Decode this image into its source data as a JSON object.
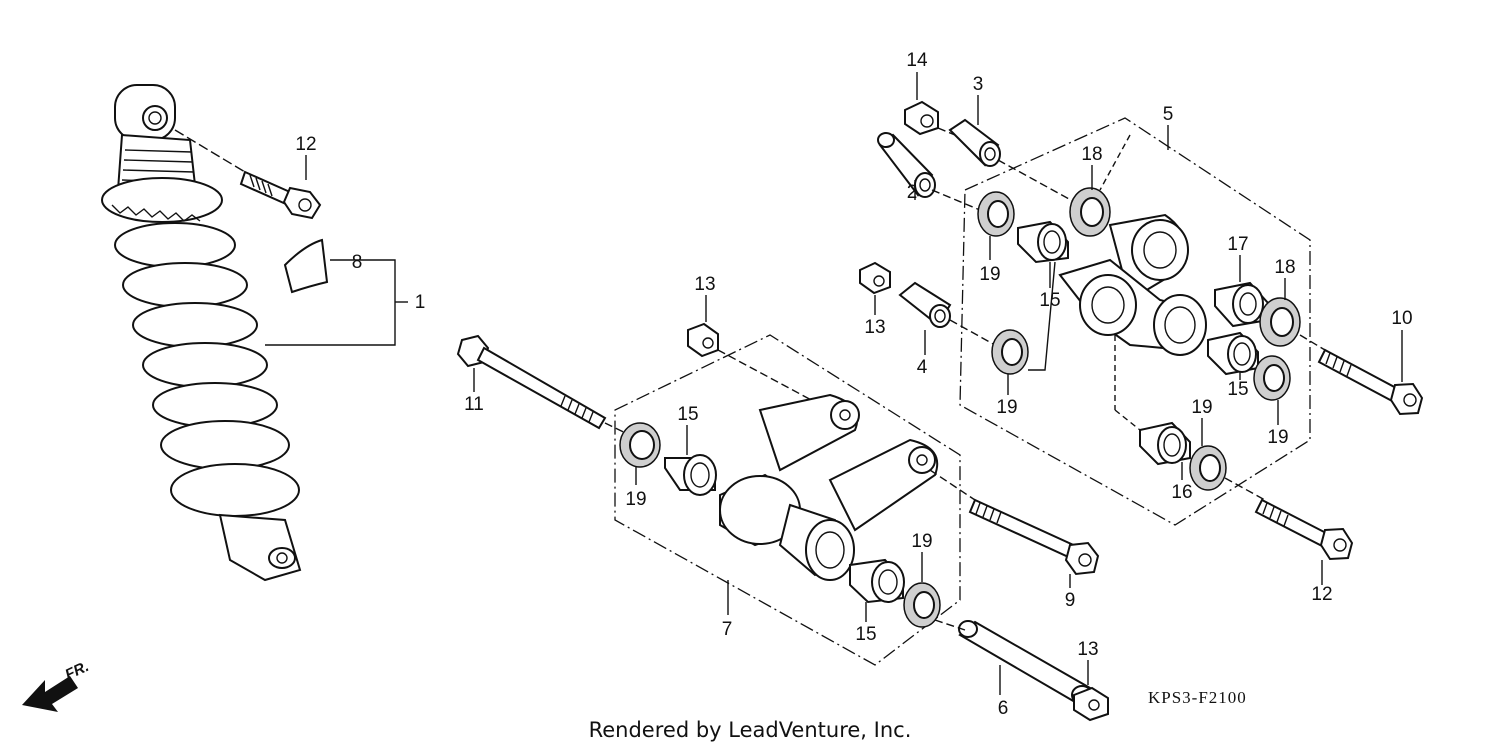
{
  "diagram": {
    "drawing_code": "KPS3-F2100",
    "credit": "Rendered by LeadVenture, Inc.",
    "direction_label": "FR.",
    "callouts": [
      {
        "id": "c1",
        "text": "1"
      },
      {
        "id": "c2",
        "text": "2"
      },
      {
        "id": "c3",
        "text": "3"
      },
      {
        "id": "c4",
        "text": "4"
      },
      {
        "id": "c5",
        "text": "5"
      },
      {
        "id": "c6",
        "text": "6"
      },
      {
        "id": "c7",
        "text": "7"
      },
      {
        "id": "c8",
        "text": "8"
      },
      {
        "id": "c9",
        "text": "9"
      },
      {
        "id": "c10",
        "text": "10"
      },
      {
        "id": "c11",
        "text": "11"
      },
      {
        "id": "c12a",
        "text": "12"
      },
      {
        "id": "c12b",
        "text": "12"
      },
      {
        "id": "c13a",
        "text": "13"
      },
      {
        "id": "c13b",
        "text": "13"
      },
      {
        "id": "c13c",
        "text": "13"
      },
      {
        "id": "c14",
        "text": "14"
      },
      {
        "id": "c15a",
        "text": "15"
      },
      {
        "id": "c15b",
        "text": "15"
      },
      {
        "id": "c15c",
        "text": "15"
      },
      {
        "id": "c15d",
        "text": "15"
      },
      {
        "id": "c16",
        "text": "16"
      },
      {
        "id": "c17",
        "text": "17"
      },
      {
        "id": "c18a",
        "text": "18"
      },
      {
        "id": "c18b",
        "text": "18"
      },
      {
        "id": "c19a",
        "text": "19"
      },
      {
        "id": "c19b",
        "text": "19"
      },
      {
        "id": "c19c",
        "text": "19"
      },
      {
        "id": "c19d",
        "text": "19"
      },
      {
        "id": "c19e",
        "text": "19"
      },
      {
        "id": "c19f",
        "text": "19"
      }
    ]
  }
}
